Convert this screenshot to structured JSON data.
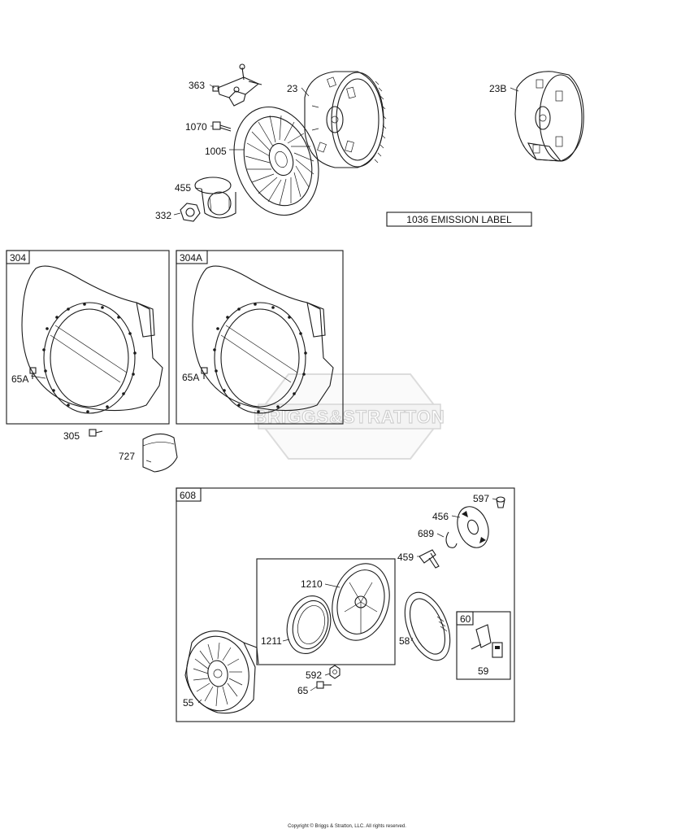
{
  "callouts": {
    "c363": "363",
    "c23": "23",
    "c23B": "23B",
    "c1070": "1070",
    "c1005": "1005",
    "c455": "455",
    "c332": "332",
    "c1036": "1036 EMISSION LABEL",
    "c65A_1": "65A",
    "c65A_2": "65A",
    "c305": "305",
    "c727": "727",
    "c597": "597",
    "c456": "456",
    "c689": "689",
    "c459": "459",
    "c1210": "1210",
    "c1211": "1211",
    "c58": "58",
    "c60": "60",
    "c59": "59",
    "c592": "592",
    "c65": "65",
    "c55": "55"
  },
  "boxes": {
    "b304": "304",
    "b304A": "304A",
    "b608": "608"
  },
  "watermark": "BRIGGS&STRATTON",
  "copyright": "Copyright © Briggs & Stratton, LLC. All rights reserved."
}
